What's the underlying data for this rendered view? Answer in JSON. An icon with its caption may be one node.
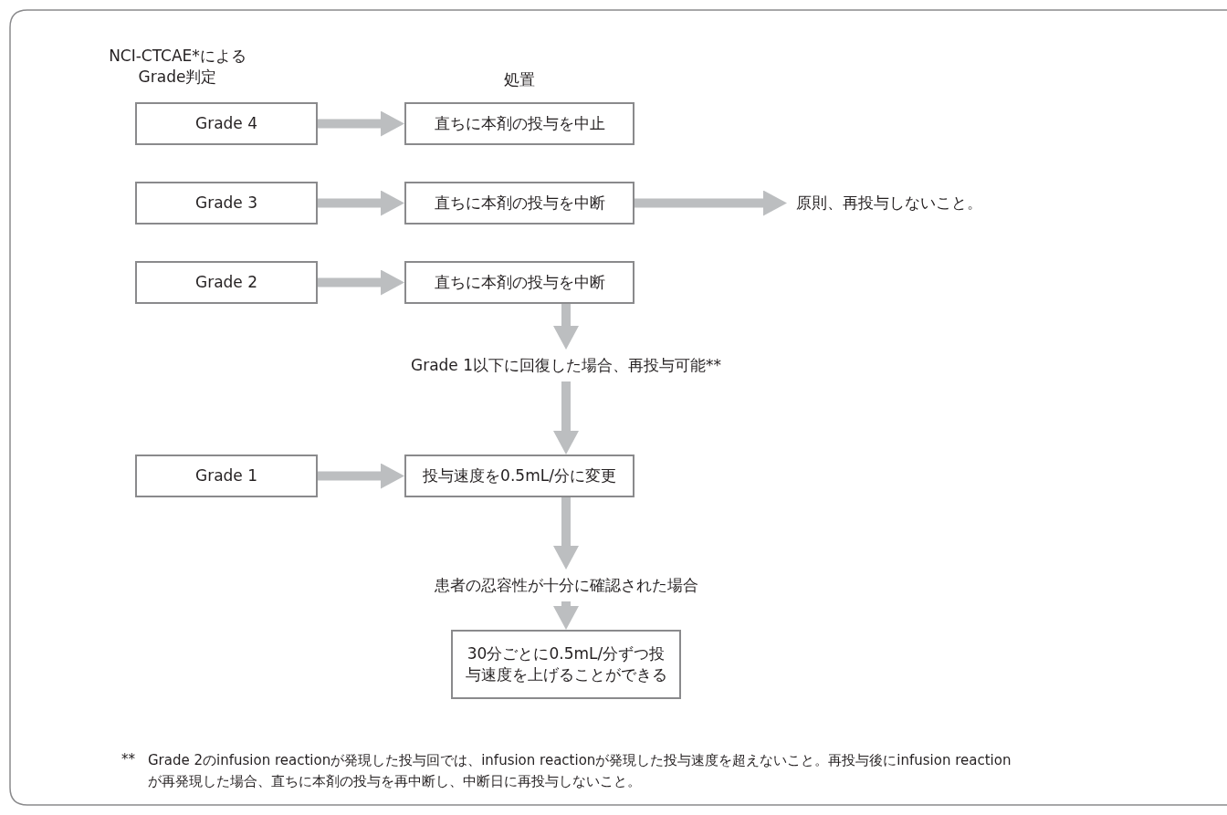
{
  "diagram": {
    "nodes": [
      {
        "text": [
          "Grade 4"
        ]
      },
      {
        "text": [
          "直ちに本剤の投与を中止"
        ]
      },
      {
        "text": [
          "Grade 3"
        ]
      },
      {
        "text": [
          "直ちに本剤の投与を中断"
        ]
      },
      {
        "text": [
          "原則、再投与しないこと。"
        ]
      },
      {
        "text": [
          "Grade 2"
        ]
      },
      {
        "text": [
          "直ちに本剤の投与を中断"
        ]
      },
      {
        "text": [
          "Grade 1以下に回復した場合、再投与可能**"
        ]
      },
      {
        "text": [
          "Grade 1"
        ]
      },
      {
        "text": [
          "投与速度を0.5mL/分に変更"
        ]
      },
      {
        "text": [
          "患者の忍容性が十分に確認された場合"
        ]
      },
      {
        "text": [
          "30分ごとに0.5mL/分ずつ投与速度を上げることができる"
        ]
      }
    ],
    "edges": [
      {
        "from": 0,
        "to": 1,
        "arrow": "to"
      },
      {
        "from": 2,
        "to": 3,
        "arrow": "to"
      },
      {
        "from": 3,
        "to": 4,
        "arrow": "to"
      },
      {
        "from": 5,
        "to": 6,
        "arrow": "to"
      },
      {
        "from": 6,
        "to": 7,
        "arrow": "to"
      },
      {
        "from": 7,
        "to": 9,
        "arrow": "to"
      },
      {
        "from": 8,
        "to": 9,
        "arrow": "to"
      },
      {
        "from": 9,
        "to": 10,
        "arrow": "to"
      },
      {
        "from": 10,
        "to": 11,
        "arrow": "to"
      }
    ],
    "labels": [
      "NCI-CTCAE*によるGrade判定",
      "処置",
      "**",
      "Grade 2のinfusion reactionが発現した投与回では、infusion reactionが発現した投与速度を超えないこと。再投与後にinfusion reactionが再発現した場合、直ちに本剤の投与を再中断し、中断日に再投与しないこと。"
    ]
  }
}
